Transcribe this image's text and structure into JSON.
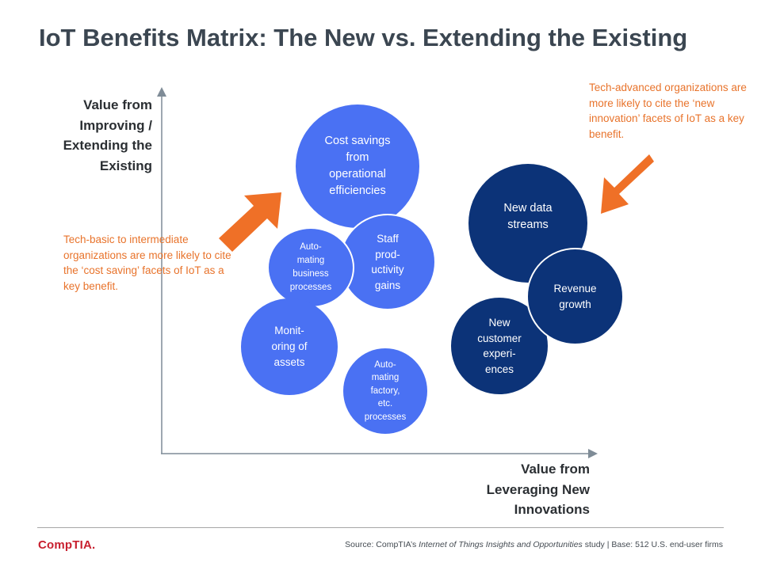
{
  "title": "IoT Benefits Matrix: The New vs. Extending the Existing",
  "y_axis_label": "Value from\nImproving /\nExtending the\nExisting",
  "x_axis_label": "Value from\nLeveraging New\nInnovations",
  "note_left": "Tech-basic to intermediate organizations are more likely to cite the ‘cost saving’ facets of IoT as a key benefit.",
  "note_right": "Tech-advanced organizations are more likely to cite the ‘new innovation’ facets of IoT as a key benefit.",
  "bubbles": {
    "cost_savings": "Cost savings\nfrom\noperational\nefficiencies",
    "staff_productivity": "Staff\nprod-\nuctivity\ngains",
    "automating_business": "Auto-\nmating\nbusiness\nprocesses",
    "monitoring_assets": "Monit-\noring of\nassets",
    "automating_factory": "Auto-\nmating\nfactory,\netc.\nprocesses",
    "new_data_streams": "New data\nstreams",
    "revenue_growth": "Revenue\ngrowth",
    "new_customer_experiences": "New\ncustomer\nexperi-\nences"
  },
  "footer": {
    "logo": "CompTIA.",
    "source_prefix": "Source: CompTIA’s ",
    "source_title": "Internet of Things Insights and Opportunities",
    "source_suffix": " study | Base: 512 U.S. end-user firms"
  },
  "colors": {
    "light_bubble": "#4a71f3",
    "dark_bubble": "#0c3378",
    "arrow": "#ef7027",
    "note_text": "#e8732b",
    "axis": "#7f8c97"
  }
}
